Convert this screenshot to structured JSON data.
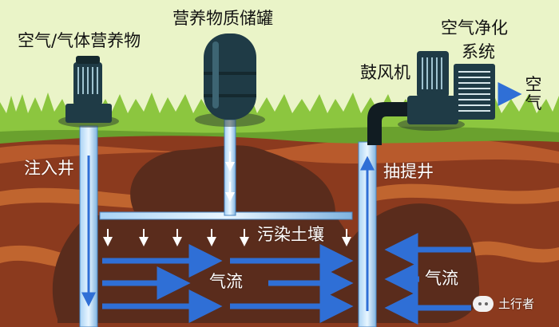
{
  "labels": {
    "injection_gas": "空气/气体营养物",
    "nutrient_tank": "营养物质储罐",
    "air_purification_line1": "空气净化",
    "air_purification_line2": "系统",
    "blower": "鼓风机",
    "air_out": "空气",
    "injection_well": "注入井",
    "extraction_well": "抽提井",
    "contaminated_soil": "污染土壤",
    "airflow_center": "气流",
    "airflow_right": "气流"
  },
  "watermark": {
    "text": "土行者",
    "icon": "wechat-icon"
  },
  "colors": {
    "sky": "#eaf4c8",
    "grass": "#8cc63f",
    "soil": "#8b3a1e",
    "contaminant": "#5a2c1c",
    "pipe": "#6fa8dc",
    "airflow_arrow": "#2f6fd6",
    "equipment": "#1f3b46"
  },
  "icons": [
    "pump-icon",
    "tank-icon",
    "blower-icon",
    "purifier-icon",
    "arrow-right-icon",
    "arrow-down-icon",
    "arrow-up-icon"
  ]
}
